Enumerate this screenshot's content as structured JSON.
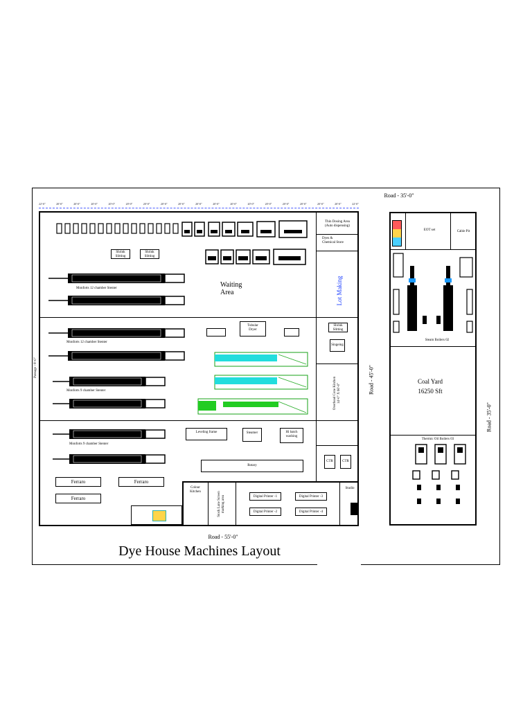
{
  "title": "Dye House Machines Layout",
  "roads": {
    "top": "Road - 35'-0\"",
    "bottom": "Road - 55'-0\"",
    "middle": "Road - 45'-0\"",
    "right": "Road - 35'-0\""
  },
  "areas": {
    "waiting": "Waiting\nArea",
    "thin_dosing": "Thin Dosing Area\n(Auto dispensing)",
    "dyes_store": "Dyes &\nChemical Store",
    "lot_making": "Lot Making",
    "overhead_cone": "Overhead Cone Kitchen\n14'-0\" X 60'-0\"",
    "coal_yard": "Coal Yard",
    "coal_yard_area": "16250 Sft",
    "steam_boilers": "Steam Boilers 02",
    "thermic_oil": "Thermic Oil Boilers 03",
    "colour_kitchen": "Colour\nKitchen",
    "stock_lane": "Stock Lane Screen\nmarking area",
    "studio": "Studio",
    "eot": "EOT set",
    "cable_pit": "Cable Pit"
  },
  "machines": {
    "stenter_12_a": "Monforts 12 chamber Stenter",
    "stenter_12_b": "Monforts 12 chamber Stenter",
    "stenter_9_a": "Monforts 9 chamber Stenter",
    "stenter_9_b": "Monforts 9 chamber Stenter",
    "shrink_1": "Shrink\nSlitting",
    "shrink_2": "Shrink\nSlitting",
    "tubular_dryer": "Tubular\nDryer",
    "shrink_3": "Shrink\nSlitting",
    "singeing": "Singeing",
    "leveling_frame": "Leveling frame",
    "steamer": "Steamer",
    "hi_batch": "Hi batch\nwashing",
    "rotary": "Rotary",
    "ferraro_1": "Ferraro",
    "ferraro_2": "Ferraro",
    "ferraro_3": "Ferraro",
    "digital_1": "Digital Printer -1",
    "digital_2": "Digital Printer -2",
    "digital_3": "Digital Printer -3",
    "digital_4": "Digital Printer -4",
    "ctr_1": "CTR",
    "ctr_2": "CTR",
    "left_passage": "Passage - 8'-0\""
  },
  "dimension_marks": [
    "22'-0\"",
    "20'-0\"",
    "20'-0\"",
    "20'-0\"",
    "20'-0\"",
    "20'-0\"",
    "20'-0\"",
    "20'-0\"",
    "20'-0\"",
    "20'-0\"",
    "20'-0\"",
    "20'-0\"",
    "20'-0\"",
    "20'-0\"",
    "20'-0\"",
    "20'-0\"",
    "20'-0\"",
    "20'-0\"",
    "22'-0\""
  ],
  "colors": {
    "line": "#000000",
    "machine_green": "#22cc22",
    "machine_cyan": "#22dddd",
    "mark_blue": "#1a3cff"
  }
}
